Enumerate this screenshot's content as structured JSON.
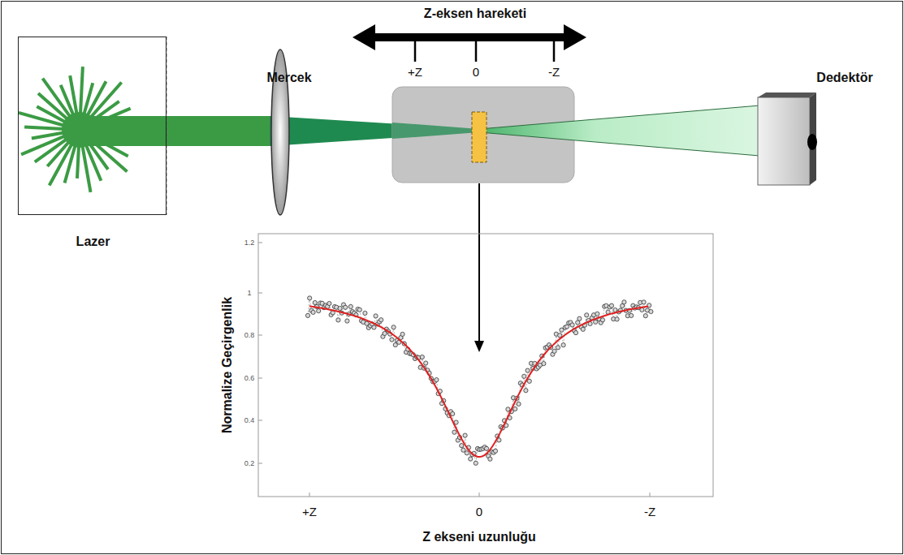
{
  "diagram": {
    "nodes": [
      {
        "text": [
          "Lazer"
        ]
      }
    ],
    "labels": [
      "Mercek",
      "Z-eksen hareketi",
      "+Z",
      "0",
      "-Z",
      "Dedektör",
      "1.2",
      "1",
      "0.8",
      "0.6",
      "0.4",
      "0.2",
      "Normalize Geçirgenlik",
      "+Z",
      "0",
      "-Z",
      "Z ekseni uzunluğu"
    ]
  }
}
